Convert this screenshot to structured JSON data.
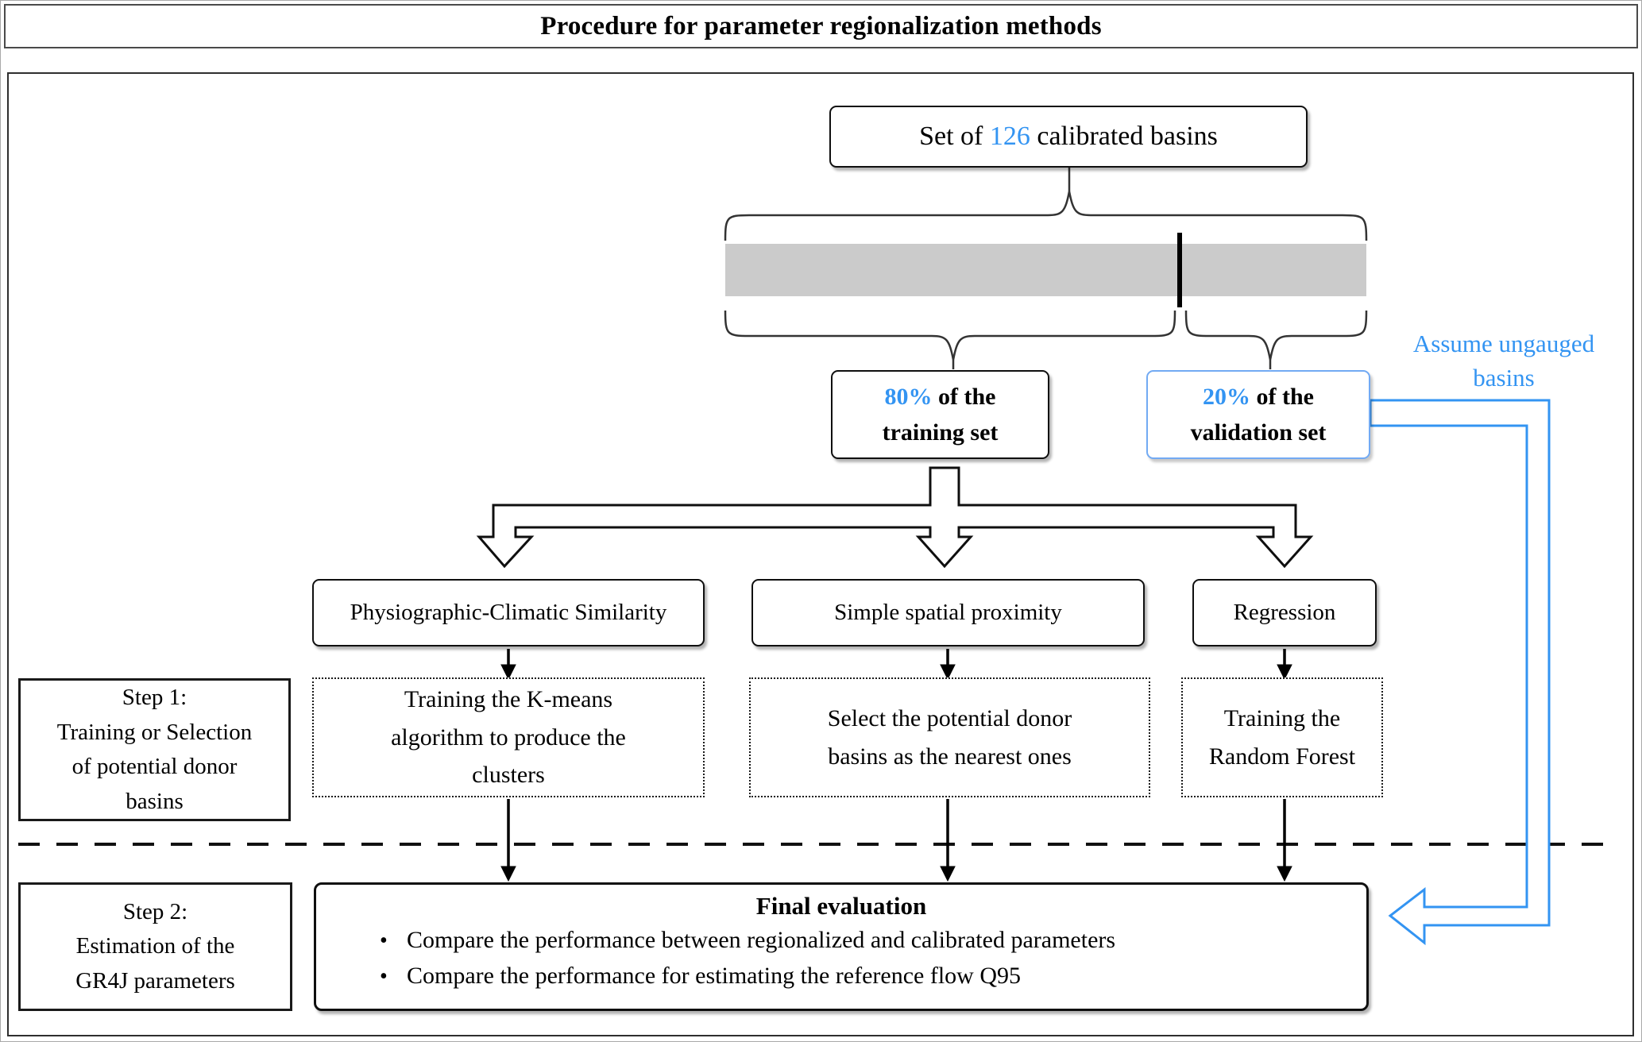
{
  "title": "Procedure for parameter regionalization methods",
  "set_box": {
    "pre": "Set of ",
    "count": "126",
    "post": " calibrated basins"
  },
  "train_box": {
    "pct": "80%",
    "line1_rest": " of the",
    "line2": "training set"
  },
  "valid_box": {
    "pct": "20%",
    "line1_rest": " of the",
    "line2": "validation set"
  },
  "assume_label": "Assume ungauged\nbasins",
  "methods": [
    "Physiographic-Climatic Similarity",
    "Simple spatial proximity",
    "Regression"
  ],
  "tasks": [
    "Training the K-means\nalgorithm to produce the\nclusters",
    "Select the potential donor\nbasins as the nearest ones",
    "Training the\nRandom Forest"
  ],
  "steps": [
    "Step 1:\nTraining or Selection\nof potential donor\nbasins",
    "Step 2:\nEstimation of the\nGR4J parameters"
  ],
  "final": {
    "title": "Final evaluation",
    "bullet_glyph": "•",
    "bullets": [
      "Compare the performance between regionalized and calibrated parameters",
      "Compare the performance for estimating the reference flow Q95"
    ]
  },
  "colors": {
    "accent": "#3394f2",
    "valid_box_border": "#72aaf3",
    "dataset_bar_gray": "#cbcbcb"
  }
}
